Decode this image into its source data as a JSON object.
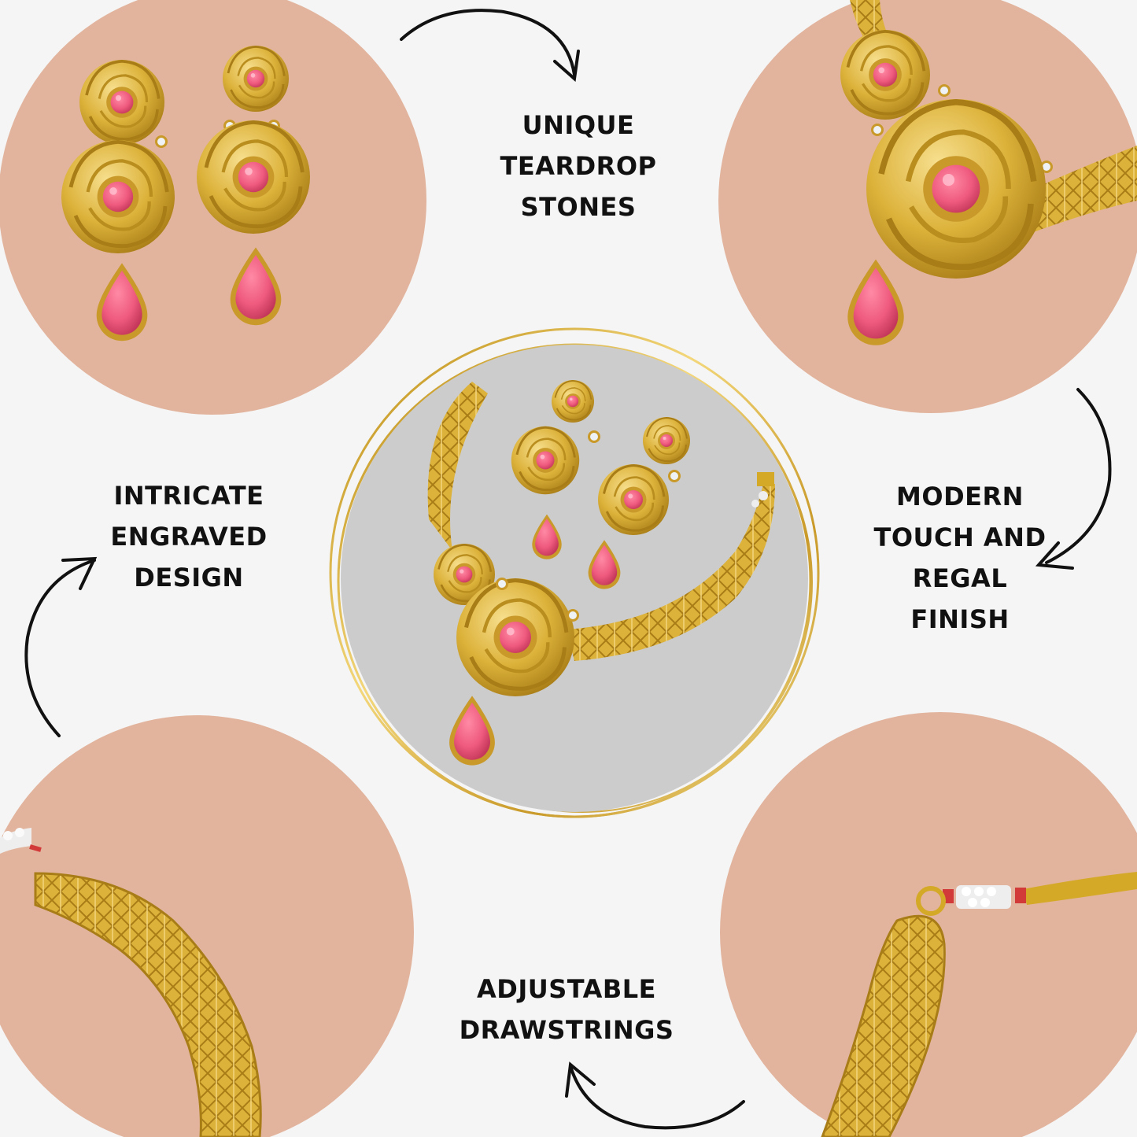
{
  "colors": {
    "background": "#f5f5f5",
    "circle": "#e2b49d",
    "center_bg": "#cccccc",
    "gold": "#d4a928",
    "gold_light": "#f0d27a",
    "gold_dark": "#a87c16",
    "stone": "#ef5b7e",
    "stone_dark": "#c93a5e",
    "arrow": "#111111"
  },
  "labels": {
    "teardrop": [
      "UNIQUE",
      "TEARDROP",
      "STONES"
    ],
    "engraved": [
      "INTRICATE",
      "ENGRAVED",
      "DESIGN"
    ],
    "modern": [
      "MODERN",
      "TOUCH AND",
      "REGAL",
      "FINISH"
    ],
    "drawstrings": [
      "ADJUSTABLE",
      "DRAWSTRINGS"
    ]
  },
  "icons": [
    "curved-arrow-icon",
    "earring-pair-icon",
    "pendant-closeup-icon",
    "necklace-set-icon",
    "engraved-band-icon",
    "drawstring-band-icon"
  ]
}
